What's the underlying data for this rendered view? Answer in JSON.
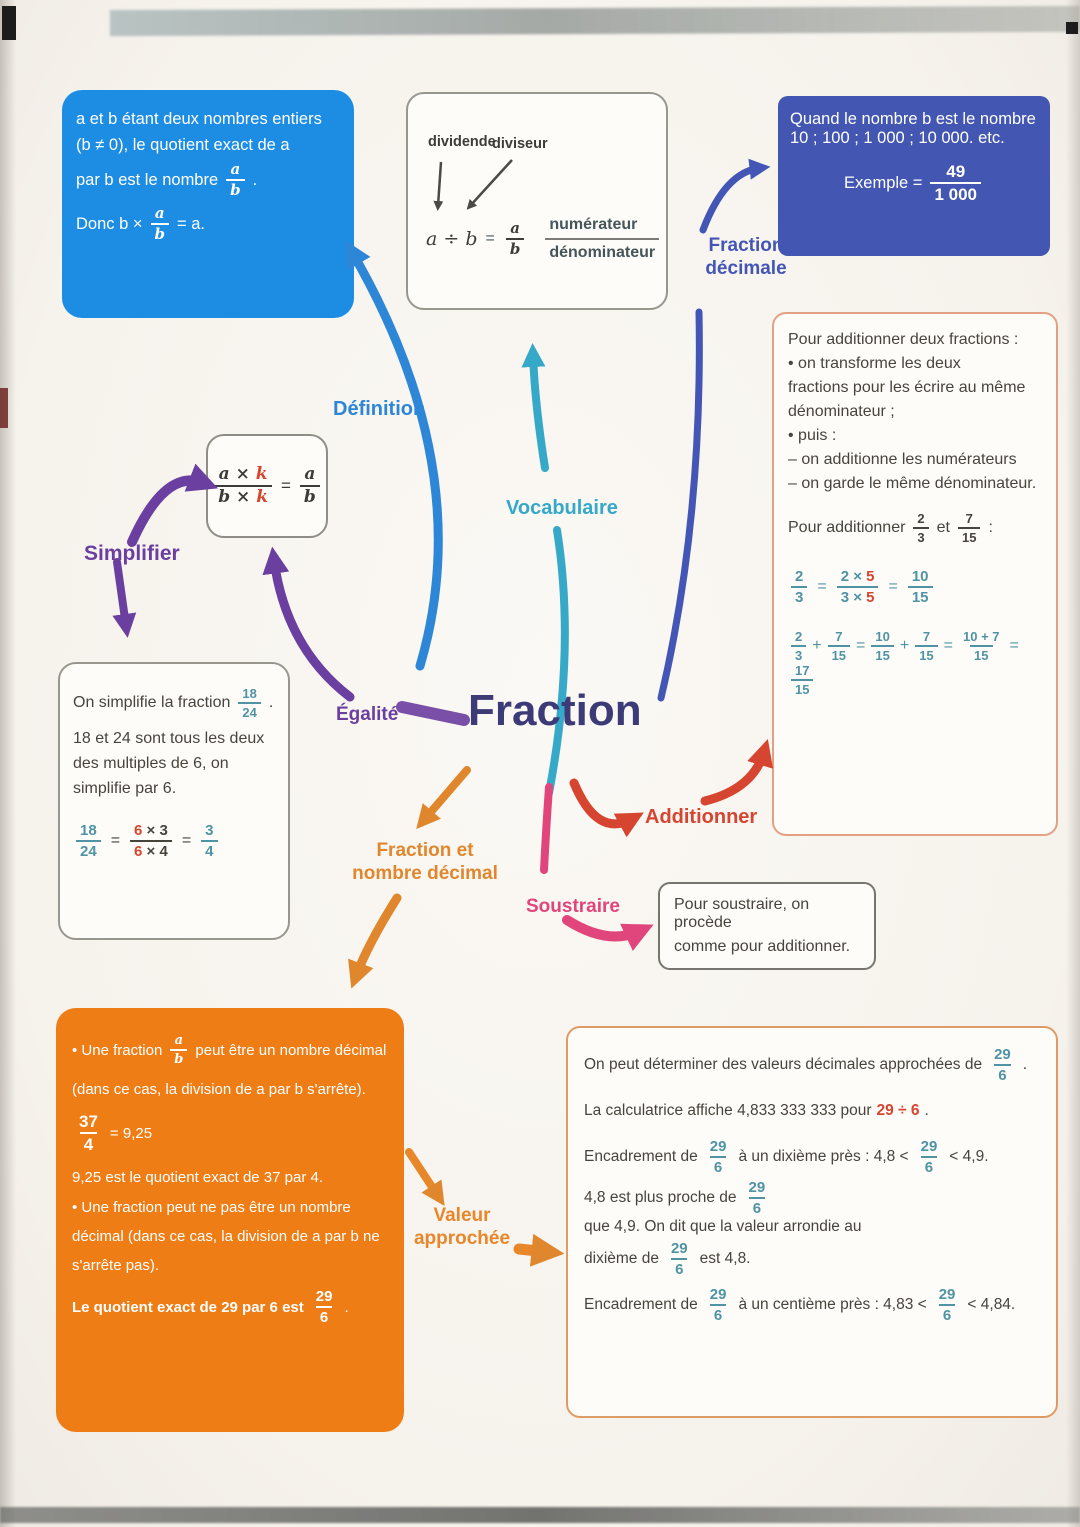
{
  "title": "Fraction",
  "labels": {
    "definition": "Définition",
    "vocabulaire": "Vocabulaire",
    "fraction_decimale_1": "Fraction",
    "fraction_decimale_2": "décimale",
    "simplifier": "Simplifier",
    "egalite": "Égalité",
    "additionner": "Additionner",
    "soustraire": "Soustraire",
    "fraction_nombre_decimal_1": "Fraction et",
    "fraction_nombre_decimal_2": "nombre décimal",
    "valeur_approchee_1": "Valeur",
    "valeur_approchee_2": "approchée"
  },
  "colors": {
    "definition_branch": "#2e86d6",
    "vocabulaire_branch": "#36a8c8",
    "fraction_decimale_branch": "#4456b5",
    "simplifier_egalite_branch": "#6b3fa0",
    "additionner_branch": "#d6452f",
    "soustraire_branch": "#e0457b",
    "orange_branch": "#e0872e",
    "title_color": "#3c3b78",
    "blue_box": "#1d8de4",
    "indigo_box": "#4356b2",
    "orange_box": "#ef7d15",
    "accent_red": "#d6452f",
    "accent_teal": "#4f93a5"
  },
  "definition_box": {
    "l1": "a et b étant deux nombres entiers",
    "l2": "(b ≠ 0), le quotient exact de a",
    "l3": "par b est le nombre",
    "f1n": "a",
    "f1d": "b",
    "l3end": ".",
    "l4a": "Donc b ×",
    "f2n": "a",
    "f2d": "b",
    "l4b": "= a."
  },
  "vocab_box": {
    "dividende": "dividende",
    "diviseur": "diviseur",
    "expr": "a ÷ b",
    "eq": "=",
    "fn": "a",
    "fd": "b",
    "numerateur": "numérateur",
    "denominateur": "dénominateur"
  },
  "decimale_box": {
    "l1": "Quand le nombre b est le nombre",
    "l2": "10 ; 100 ; 1 000 ; 10 000. etc.",
    "exemple": "Exemple =",
    "fn": "49",
    "fd": "1 000"
  },
  "add_box": {
    "l1": "Pour additionner deux fractions :",
    "l2": "• on transforme les deux",
    "l3": "fractions pour les écrire au même",
    "l4": "dénominateur ;",
    "l5": "• puis :",
    "l6": "– on additionne les numérateurs",
    "l7": "– on garde le même dénominateur.",
    "ex_a": "Pour additionner",
    "exf1n": "2",
    "exf1d": "3",
    "ex_b": "et",
    "exf2n": "7",
    "exf2d": "15",
    "ex_c": ":",
    "e1f1n": "2",
    "e1f1d": "3",
    "e1eq1": "=",
    "e1f2na": "2 ×",
    "e1f2nb": "5",
    "e1f2da": "3 ×",
    "e1f2db": "5",
    "e1eq2": "=",
    "e1f3n": "10",
    "e1f3d": "15",
    "e2f1n": "2",
    "e2f1d": "3",
    "e2p1": "+",
    "e2f2n": "7",
    "e2f2d": "15",
    "e2eq1": "=",
    "e2f3n": "10",
    "e2f3d": "15",
    "e2p2": "+",
    "e2f4n": "7",
    "e2f4d": "15",
    "e2eq2": "=",
    "e2f5n": "10 + 7",
    "e2f5d": "15",
    "e2eq3": "=",
    "e2f6n": "17",
    "e2f6d": "15"
  },
  "egalite_box": {
    "na": "a ×",
    "nk": "k",
    "da": "b ×",
    "dk": "k",
    "eq": "=",
    "rn": "a",
    "rd": "b"
  },
  "simplifie_box": {
    "l1": "On simplifie la fraction",
    "f1n": "18",
    "f1d": "24",
    "l1end": ".",
    "l2": "18 et 24 sont  tous les deux",
    "l3": "des multiples de 6, on",
    "l4": "simplifie par 6.",
    "ef1n": "18",
    "ef1d": "24",
    "eq1": "=",
    "ef2na": "6",
    "ef2nb": "× 3",
    "ef2da": "6",
    "ef2db": "× 4",
    "eq2": "=",
    "ef3n": "3",
    "ef3d": "4"
  },
  "soustraire_box": {
    "l1": "Pour soustraire, on procède",
    "l2": "comme pour additionner."
  },
  "orange_box": {
    "b1a": "• Une fraction",
    "b1fn": "a",
    "b1fd": "b",
    "b1b": "peut être un nombre décimal",
    "b2": "(dans ce cas, la division de a par b s'arrête).",
    "e1n": "37",
    "e1d": "4",
    "e1r": "= 9,25",
    "b3": "9,25 est le quotient exact de 37 par 4.",
    "b4": "• Une fraction peut ne pas être un nombre",
    "b5": "décimal (dans ce cas, la division de a par b  ne",
    "b6": "s'arrête pas).",
    "b7": "Le quotient exact de 29 par 6 est",
    "e2n": "29",
    "e2d": "6",
    "b7end": "."
  },
  "valeur_box": {
    "f29": "29",
    "f6": "6",
    "l1a": "On peut déterminer des valeurs décimales approchées de",
    "l1b": ".",
    "l2a": "La calculatrice affiche 4,833 333 333 pour",
    "l2b": "29 ÷ 6",
    "l2c": ".",
    "l3a": "Encadrement de",
    "l3b": "à un dixième près : 4,8 <",
    "l3c": "< 4,9.",
    "l4a": "4,8 est plus proche de",
    "l4b": "que 4,9. On dit que la valeur arrondie au",
    "l5a": "dixième de",
    "l5b": "est 4,8.",
    "l6a": "Encadrement de",
    "l6b": "à un centième près : 4,83 <",
    "l6c": "< 4,84."
  }
}
